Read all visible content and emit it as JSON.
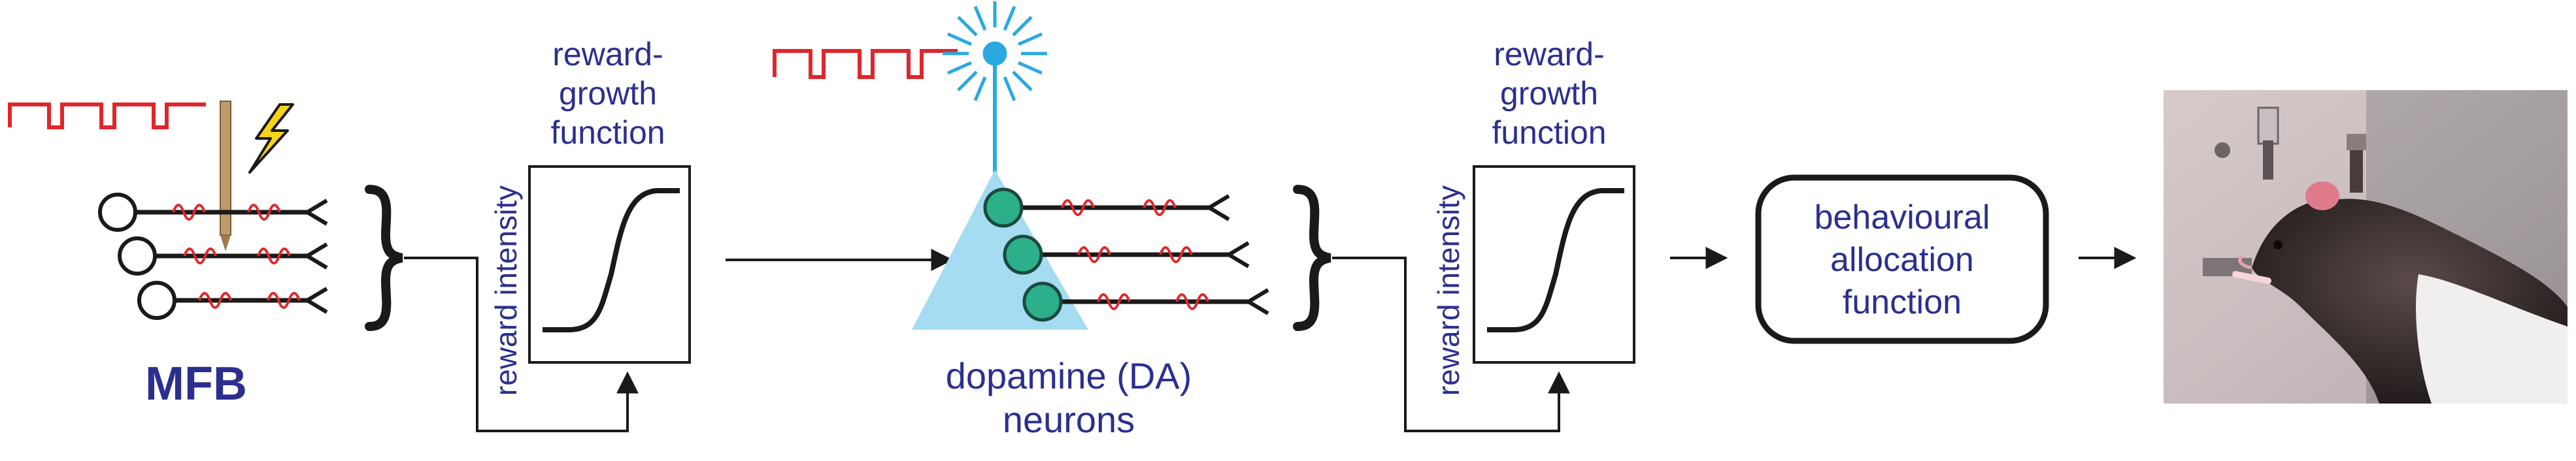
{
  "colors": {
    "text_blue": "#2b2f8f",
    "pulse_red": "#e0262b",
    "axon_black": "#1a1a1a",
    "neuron_teal": "#2bb08a",
    "light_blue": "#a6dcf2",
    "laser_blue": "#29a9e0",
    "electrode_brown": "#b48a5a",
    "bolt_yellow": "#f7d417"
  },
  "mfb_stage": {
    "label": "MFB",
    "pulse_train_icon": "square-pulse-train",
    "electrode_icon": "stimulating-electrode",
    "bolt_icon": "lightning-bolt"
  },
  "rgf_1": {
    "title_line1": "reward-",
    "title_line2": "growth",
    "title_line3": "function",
    "axis_label": "reward intensity"
  },
  "da_stage": {
    "label_line1": "dopamine (DA)",
    "label_line2": "neurons",
    "pulse_train_icon": "square-pulse-train",
    "laser_icon": "laser-burst"
  },
  "rgf_2": {
    "title_line1": "reward-",
    "title_line2": "growth",
    "title_line3": "function",
    "axis_label": "reward intensity"
  },
  "behaviour_box": {
    "line1": "behavioural",
    "line2": "allocation",
    "line3": "function"
  },
  "photo": {
    "subject": "rat-pressing-lever"
  }
}
